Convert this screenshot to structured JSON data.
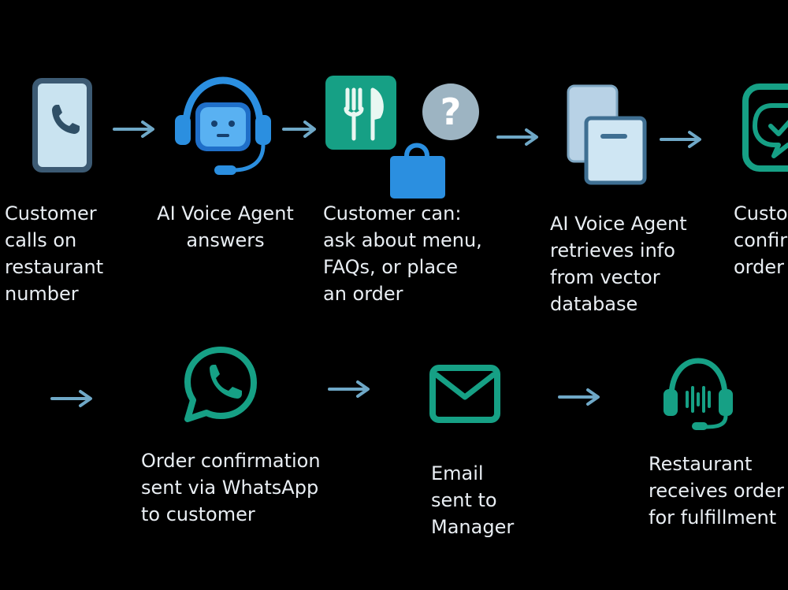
{
  "diagram": {
    "row1": [
      {
        "label": [
          "Customer",
          "calls on",
          "restaurant",
          "number"
        ],
        "icon": "phone-icon"
      },
      {
        "label": [
          "AI Voice Agent",
          "answers"
        ],
        "icon": "robot-headset-icon"
      },
      {
        "label": [
          "Customer can:",
          "ask about menu,",
          "FAQs, or place",
          "an order"
        ],
        "icon": "menu-faq-order-icon"
      },
      {
        "label": [
          "AI Voice Agent",
          "retrieves info",
          "from vector",
          "database"
        ],
        "icon": "documents-icon"
      },
      {
        "label": [
          "Custo",
          "confir",
          "order"
        ],
        "icon": "chat-check-icon"
      }
    ],
    "row2": [
      {
        "label": [
          "Order confirmation",
          "sent via WhatsApp",
          "to customer"
        ],
        "icon": "whatsapp-icon"
      },
      {
        "label": [
          "Email",
          "sent to",
          "Manager"
        ],
        "icon": "envelope-icon"
      },
      {
        "label": [
          "Restaurant",
          "receives order",
          "for fulfillment"
        ],
        "icon": "headset-icon"
      }
    ]
  },
  "colors": {
    "background": "#000000",
    "arrow": "#6fa8c7",
    "teal": "#16a085",
    "blue": "#2b8fe0",
    "text": "#e9eef3"
  }
}
